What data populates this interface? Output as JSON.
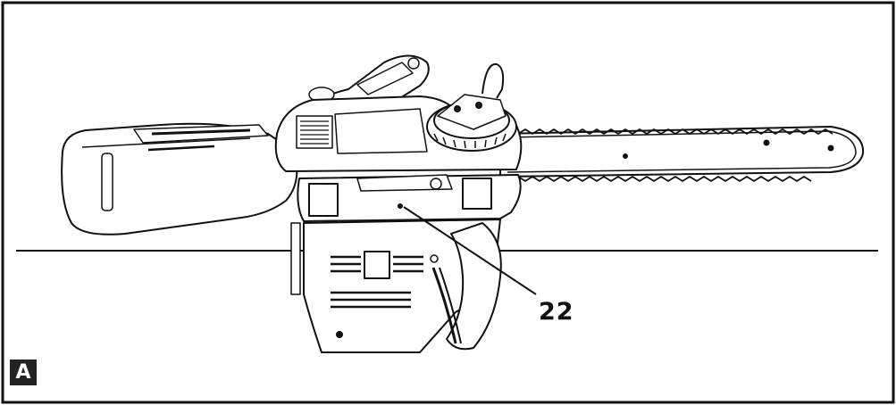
{
  "figure": {
    "panel_label": "A",
    "callouts": [
      {
        "number": "22"
      }
    ],
    "subject_icon": "chainsaw-illustration",
    "colors": {
      "line": "#111111",
      "background": "#ffffff",
      "label_bg": "#222222"
    }
  }
}
